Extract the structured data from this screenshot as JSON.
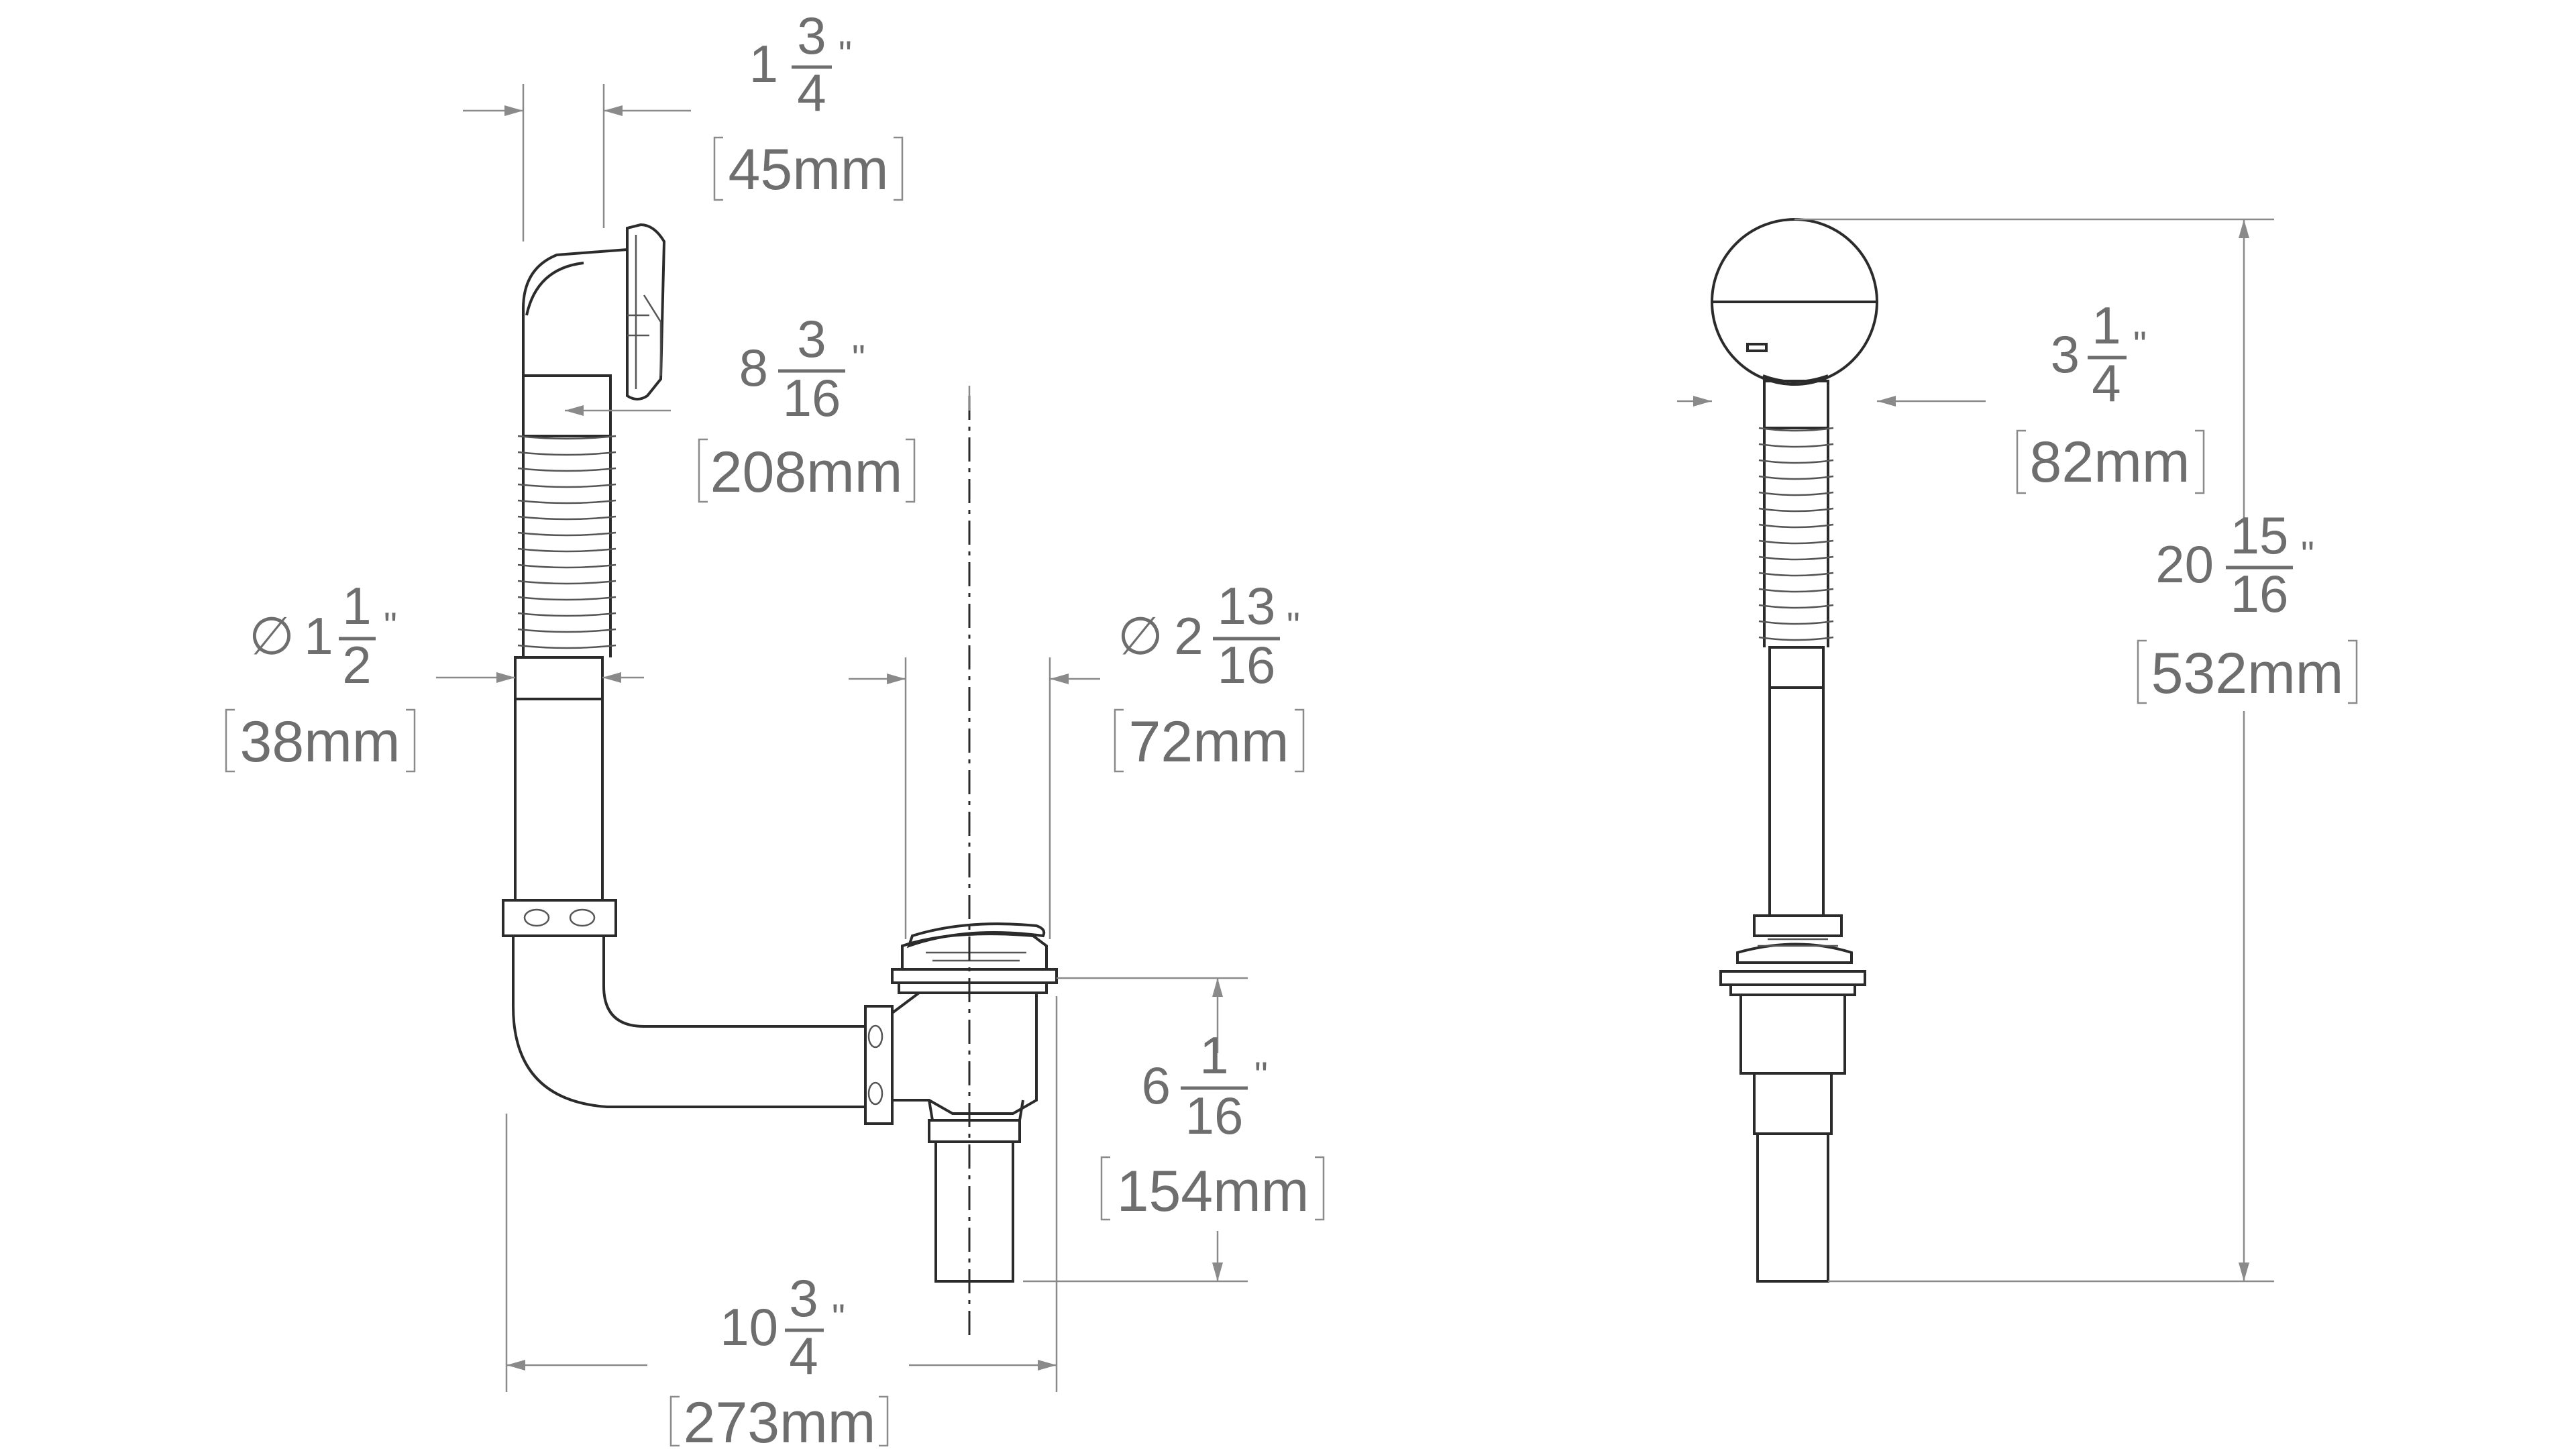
{
  "dimensions": {
    "overflow_depth": {
      "whole": "1",
      "num": "3",
      "den": "4",
      "unit": "\"",
      "metric": "45mm"
    },
    "overflow_offset": {
      "whole": "8",
      "num": "3",
      "den": "16",
      "unit": "\"",
      "metric": "208mm"
    },
    "pipe_diameter": {
      "prefix": "∅",
      "whole": "1",
      "num": "1",
      "den": "2",
      "unit": "\"",
      "metric": "38mm"
    },
    "drain_diameter": {
      "prefix": "∅",
      "whole": "2",
      "num": "13",
      "den": "16",
      "unit": "\"",
      "metric": "72mm"
    },
    "drain_height": {
      "whole": "6",
      "num": "1",
      "den": "16",
      "unit": "\"",
      "metric": "154mm"
    },
    "overall_width": {
      "whole": "10",
      "num": "3",
      "den": "4",
      "unit": "\"",
      "metric": "273mm"
    },
    "cover_diameter": {
      "whole": "3",
      "num": "1",
      "den": "4",
      "unit": "\"",
      "metric": "82mm"
    },
    "overall_height": {
      "whole": "20",
      "num": "15",
      "den": "16",
      "unit": "\"",
      "metric": "532mm"
    }
  },
  "colors": {
    "line": "#2b2b2b",
    "dimension": "#8a8a8a",
    "text": "#6e6e6e"
  }
}
